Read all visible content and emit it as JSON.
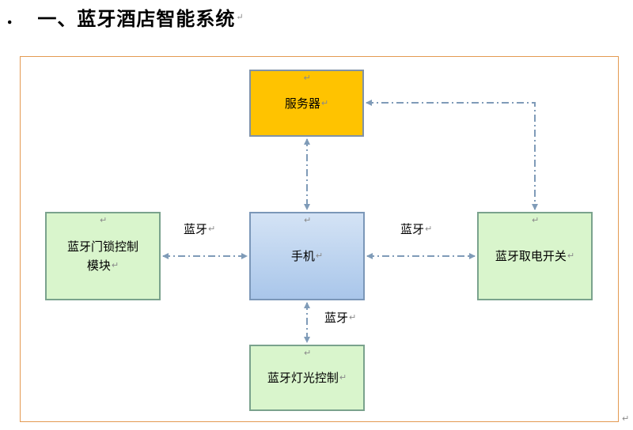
{
  "heading": {
    "bullet": ".",
    "text": "一、蓝牙酒店智能系统"
  },
  "paragraph_mark": "↵",
  "nodes": {
    "server": "服务器",
    "phone": "手机",
    "door_lock": [
      "蓝牙门锁控制",
      "模块"
    ],
    "power_switch": "蓝牙取电开关",
    "light": "蓝牙灯光控制"
  },
  "links": {
    "left": "蓝牙",
    "right": "蓝牙",
    "down": "蓝牙"
  },
  "colors": {
    "frame_border": "#e39a52",
    "server_fill": "#ffc300",
    "phone_fill": "#bcd4f0",
    "module_fill": "#d9f5cc",
    "connector": "#7f9bb8"
  }
}
